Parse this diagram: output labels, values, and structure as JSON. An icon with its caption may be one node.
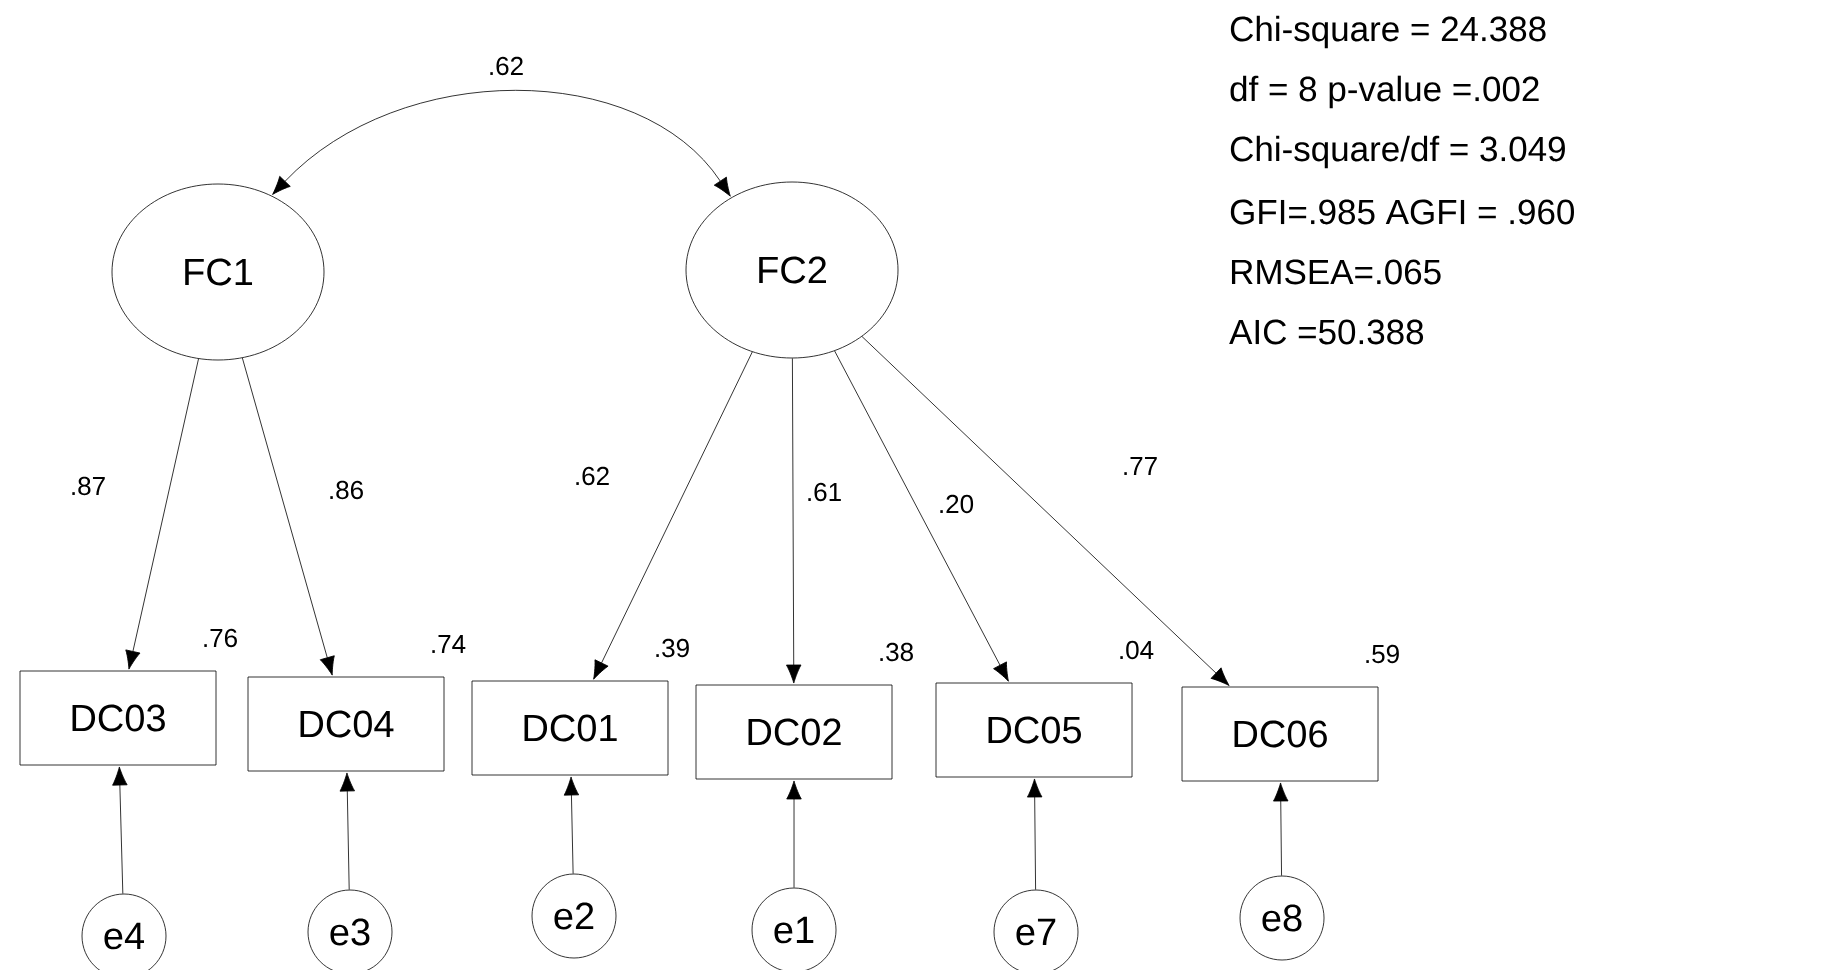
{
  "diagram": {
    "nodes": [
      {
        "text": [
          "FC1"
        ]
      },
      {
        "text": [
          "FC2"
        ]
      },
      {
        "text": [
          "DC03"
        ],
        "beside": [
          ".76"
        ]
      },
      {
        "text": [
          "DC04"
        ],
        "beside": [
          ".74"
        ]
      },
      {
        "text": [
          "DC01"
        ],
        "beside": [
          ".39"
        ]
      },
      {
        "text": [
          "DC02"
        ],
        "beside": [
          ".38"
        ]
      },
      {
        "text": [
          "DC05"
        ],
        "beside": [
          ".04"
        ]
      },
      {
        "text": [
          "DC06"
        ],
        "beside": [
          ".59"
        ]
      },
      {
        "text": [
          "e4"
        ]
      },
      {
        "text": [
          "e3"
        ]
      },
      {
        "text": [
          "e2"
        ]
      },
      {
        "text": [
          "e1"
        ]
      },
      {
        "text": [
          "e7"
        ]
      },
      {
        "text": [
          "e8"
        ]
      }
    ],
    "edges": [
      {
        "from": 0,
        "to": 1,
        "arrow": "both",
        "label": ".62"
      },
      {
        "from": 0,
        "to": 2,
        "arrow": "to",
        "label": ".87"
      },
      {
        "from": 0,
        "to": 3,
        "arrow": "to",
        "label": ".86"
      },
      {
        "from": 1,
        "to": 4,
        "arrow": "to",
        "label": ".62"
      },
      {
        "from": 1,
        "to": 5,
        "arrow": "to",
        "label": ".61"
      },
      {
        "from": 1,
        "to": 6,
        "arrow": "to",
        "label": ".20"
      },
      {
        "from": 1,
        "to": 7,
        "arrow": "to",
        "label": ".77"
      },
      {
        "from": 8,
        "to": 2,
        "arrow": "to"
      },
      {
        "from": 9,
        "to": 3,
        "arrow": "to"
      },
      {
        "from": 10,
        "to": 4,
        "arrow": "to"
      },
      {
        "from": 11,
        "to": 5,
        "arrow": "to"
      },
      {
        "from": 12,
        "to": 6,
        "arrow": "to"
      },
      {
        "from": 13,
        "to": 7,
        "arrow": "to"
      }
    ],
    "labels": [
      "Chi-square = 24.388",
      "df = 8   p-value =.002",
      "Chi-square/df = 3.049",
      "GFI=.985    AGFI = .960",
      "RMSEA=.065",
      "AIC =50.388"
    ]
  }
}
